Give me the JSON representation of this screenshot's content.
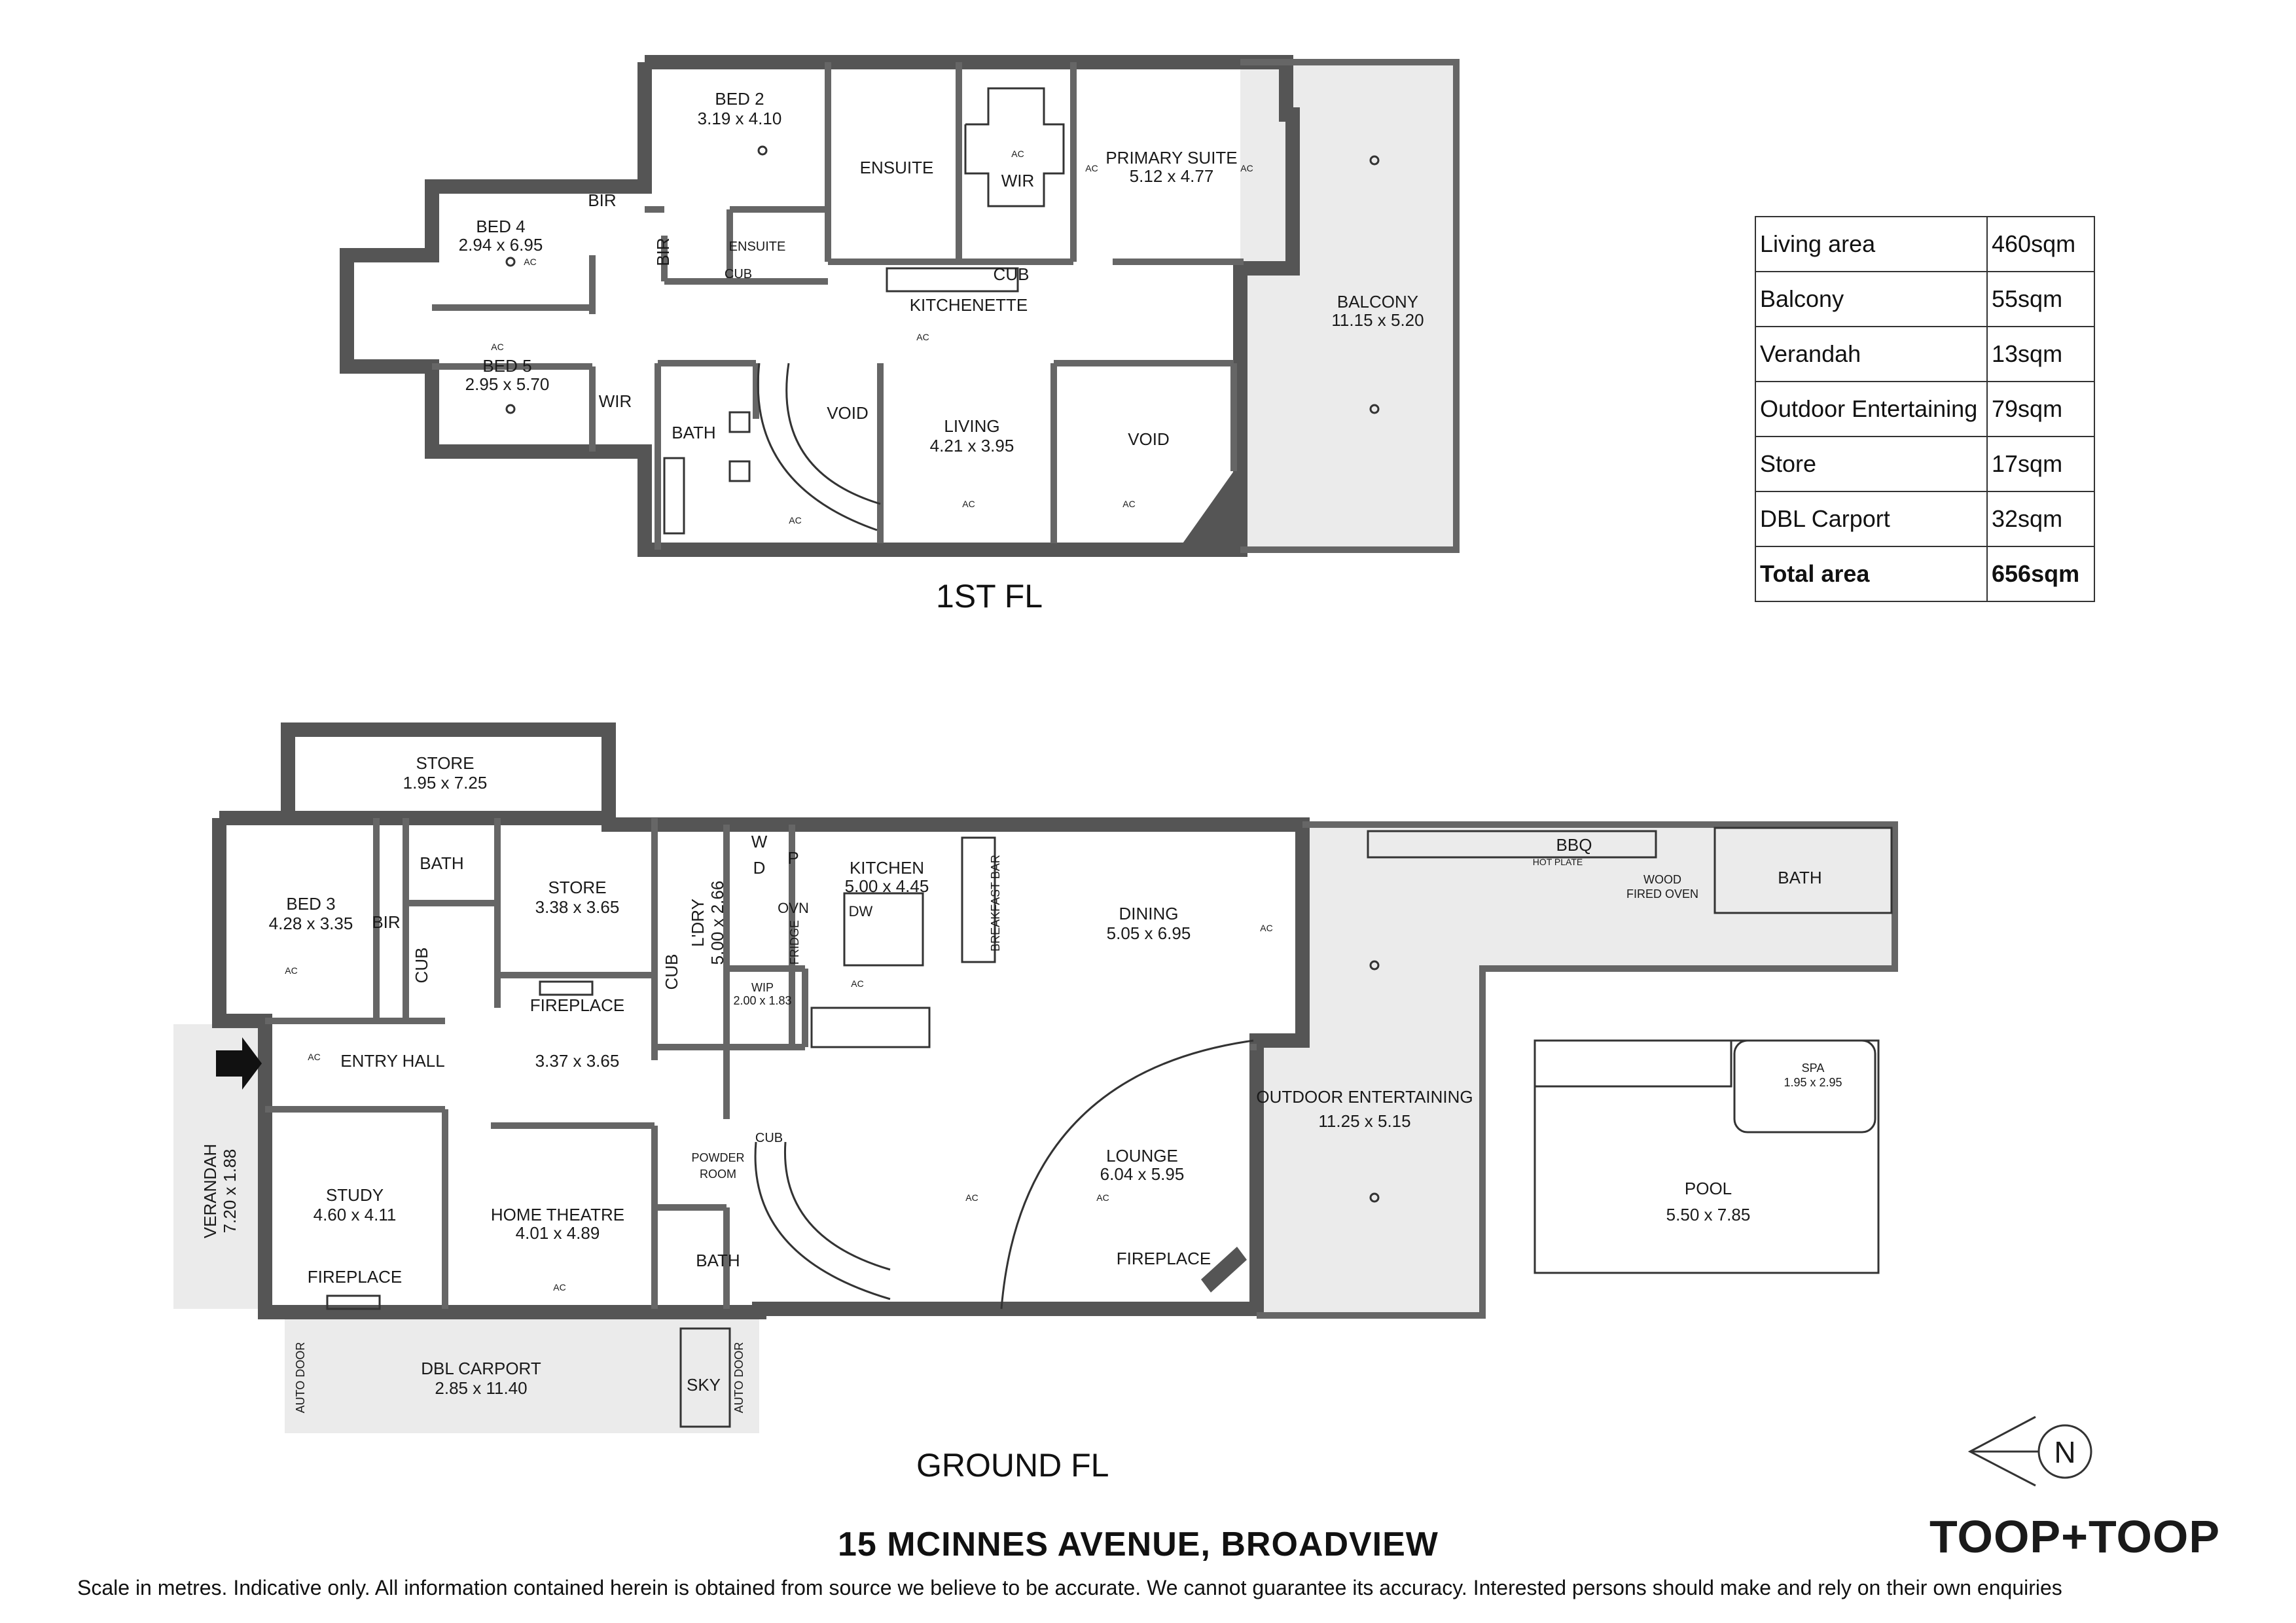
{
  "colors": {
    "wall": "#555555",
    "outdoor": "#ebebeb",
    "ink": "#1a1a1a"
  },
  "floors": {
    "first": "1ST FL",
    "ground": "GROUND FL"
  },
  "first_floor_rooms": {
    "bed2": {
      "name": "BED 2",
      "size": "3.19 x 4.10"
    },
    "bed4": {
      "name": "BED 4",
      "size": "2.94 x 6.95"
    },
    "bed5": {
      "name": "BED 5",
      "size": "2.95 x 5.70"
    },
    "primary": {
      "name": "PRIMARY SUITE",
      "size": "5.12 x 4.77"
    },
    "balcony": {
      "name": "BALCONY",
      "size": "11.15 x 5.20"
    },
    "living": {
      "name": "LIVING",
      "size": "4.21 x 3.95"
    },
    "ensuite1": "ENSUITE",
    "ensuite2": "ENSUITE",
    "wir1": "WIR",
    "wir2": "WIR",
    "bir1": "BIR",
    "bir2": "BIR",
    "cub1": "CUB",
    "cub2": "CUB",
    "kitchenette": "KITCHENETTE",
    "bath": "BATH",
    "void1": "VOID",
    "void2": "VOID"
  },
  "ground_floor_rooms": {
    "store_top": {
      "name": "STORE",
      "size": "1.95 x 7.25"
    },
    "bed3": {
      "name": "BED 3",
      "size": "4.28 x 3.35"
    },
    "store_mid": {
      "name": "STORE",
      "size": "3.38 x 3.65"
    },
    "fireplace_room": {
      "name": "FIREPLACE",
      "size": "3.37 x 3.65"
    },
    "ldry": {
      "name": "L'DRY",
      "size": "5.00 x 2.66"
    },
    "kitchen": {
      "name": "KITCHEN",
      "size": "5.00 x 4.45"
    },
    "dining": {
      "name": "DINING",
      "size": "5.05 x 6.95"
    },
    "wip": {
      "name": "WIP",
      "size": "2.00 x 1.83"
    },
    "study": {
      "name": "STUDY",
      "size": "4.60 x 4.11"
    },
    "theatre": {
      "name": "HOME THEATRE",
      "size": "4.01 x 4.89"
    },
    "lounge": {
      "name": "LOUNGE",
      "size": "6.04 x 5.95"
    },
    "outdoor": {
      "name": "OUTDOOR ENTERTAINING",
      "size": "11.25 x 5.15"
    },
    "verandah": {
      "name": "VERANDAH",
      "size": "7.20 x 1.88"
    },
    "carport": {
      "name": "DBL CARPORT",
      "size": "2.85 x 11.40"
    },
    "spa": {
      "name": "SPA",
      "size": "1.95 x 2.95"
    },
    "pool": {
      "name": "POOL",
      "size": "5.50 x 7.85"
    },
    "bath_bed3": "BATH",
    "bath_outdoor": "BATH",
    "bath_powder": "BATH",
    "bir": "BIR",
    "cub1": "CUB",
    "cub2": "CUB",
    "cub3": "CUB",
    "entry": "ENTRY HALL",
    "wd_w": "W",
    "wd_d": "D",
    "pantry": "P",
    "ovn": "OVN",
    "fridge": "FRIDGE",
    "dw": "DW",
    "breakfast": "BREAKFAST BAR",
    "powder": "POWDER",
    "room": "ROOM",
    "fireplace_study": "FIREPLACE",
    "fireplace_lounge": "FIREPLACE",
    "bbq": "BBQ",
    "hotplate": "HOT PLATE",
    "wood": "WOOD",
    "fired_oven": "FIRED OVEN",
    "sky": "SKY",
    "auto_door": "AUTO DOOR"
  },
  "ac_label": "AC",
  "area_table": [
    {
      "label": "Living area",
      "value": "460sqm"
    },
    {
      "label": "Balcony",
      "value": "55sqm"
    },
    {
      "label": "Verandah",
      "value": "13sqm"
    },
    {
      "label": "Outdoor Entertaining",
      "value": "79sqm"
    },
    {
      "label": "Store",
      "value": "17sqm"
    },
    {
      "label": "DBL Carport",
      "value": "32sqm"
    },
    {
      "label": "Total area",
      "value": "656sqm"
    }
  ],
  "compass": "N",
  "address": "15 MCINNES AVENUE, BROADVIEW",
  "brand": "TOOP+TOOP",
  "disclaimer": "Scale in metres. Indicative only. All information contained herein is obtained from source we believe to be accurate. We cannot guarantee its accuracy. Interested persons should make and rely on their own enquiries"
}
